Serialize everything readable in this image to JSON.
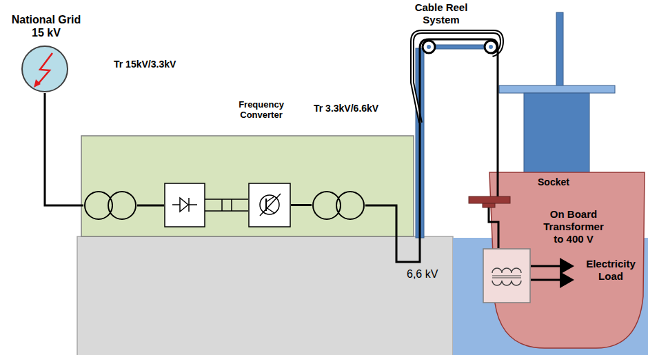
{
  "diagram": {
    "nodes": [
      {
        "text": [
          "National Grid 15 kV"
        ]
      },
      {
        "text": [
          "Tr 15kV/3.3kV"
        ]
      },
      {
        "text": [
          "Frequency Converter"
        ]
      },
      {
        "text": [
          "Tr 3.3kV/6.6kV"
        ]
      },
      {
        "text": [
          "Cable Reel System"
        ]
      },
      {
        "text": [
          "Socket"
        ]
      },
      {
        "text": [
          "On Board Transformer to 400 V"
        ]
      }
    ],
    "edges": [
      {
        "from": 0,
        "to": 1,
        "arrow": "none"
      },
      {
        "from": 1,
        "to": 2,
        "arrow": "none"
      },
      {
        "from": 2,
        "to": 3,
        "arrow": "none"
      },
      {
        "from": 3,
        "to": 4,
        "arrow": "none"
      },
      {
        "from": 4,
        "to": 5,
        "arrow": "none"
      },
      {
        "from": 5,
        "to": 6,
        "arrow": "none"
      }
    ],
    "labels": [
      "6,6 kV",
      "Electricity Load"
    ]
  }
}
